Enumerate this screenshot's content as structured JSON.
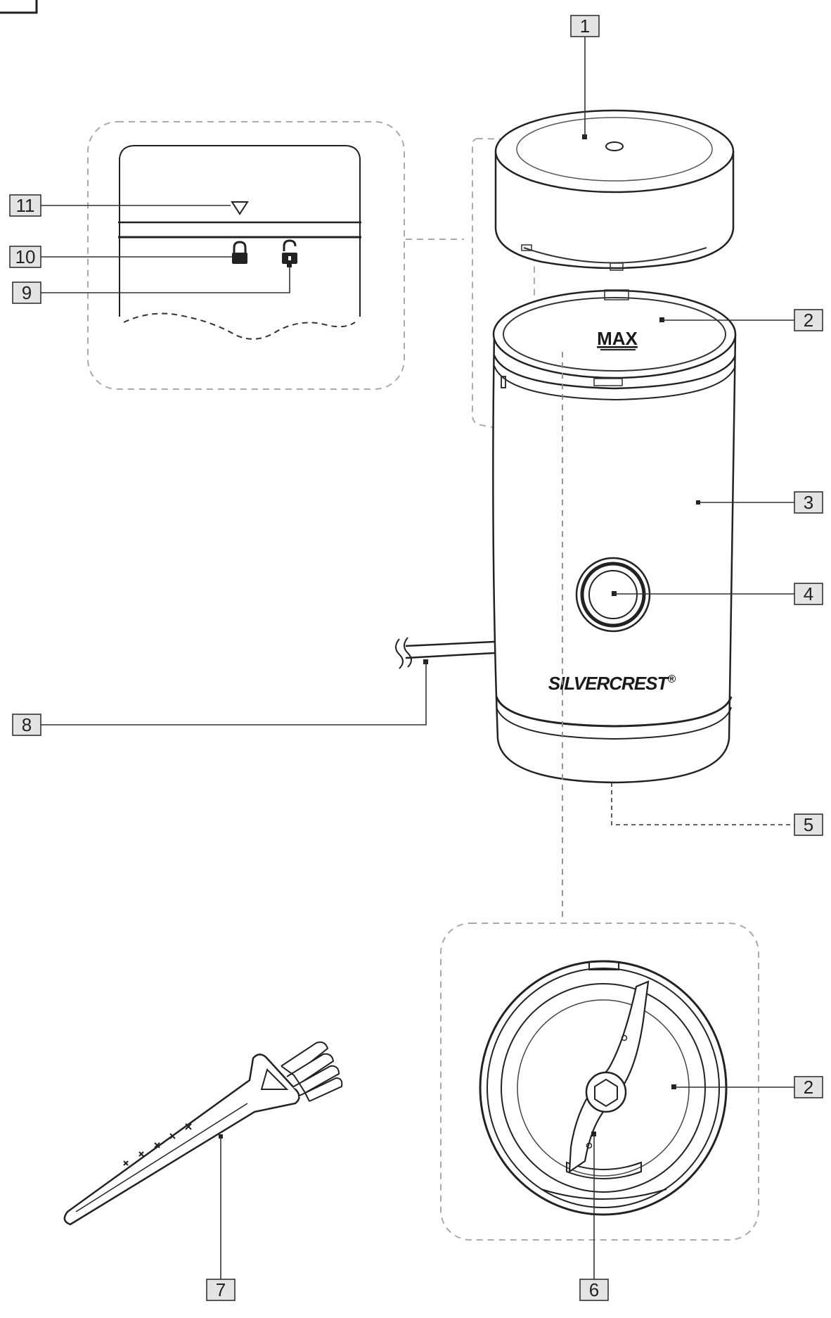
{
  "callouts": {
    "c1": "1",
    "c2a": "2",
    "c2b": "2",
    "c3": "3",
    "c4": "4",
    "c5": "5",
    "c6": "6",
    "c7": "7",
    "c8": "8",
    "c9": "9",
    "c10": "10",
    "c11": "11"
  },
  "product": {
    "brand": "SILVERCREST",
    "brand_mark": "®",
    "max_marking": "MAX"
  }
}
